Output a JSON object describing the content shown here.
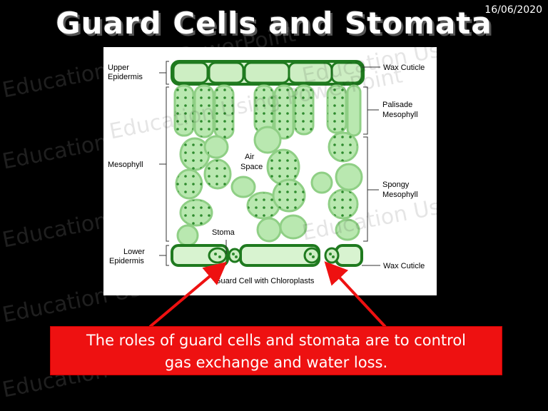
{
  "slide": {
    "title": "Guard Cells and Stomata",
    "date": "16/06/2020",
    "caption_line1": "The roles of guard cells and stomata are to control",
    "caption_line2": "gas exchange and water loss.",
    "watermark": "Education Using PowerPoint"
  },
  "diagram": {
    "labels": {
      "upper_epidermis_1": "Upper",
      "upper_epidermis_2": "Epidermis",
      "mesophyll": "Mesophyll",
      "lower_epidermis_1": "Lower",
      "lower_epidermis_2": "Epidermis",
      "wax_cuticle_top": "Wax Cuticle",
      "palisade_1": "Palisade",
      "palisade_2": "Mesophyll",
      "spongy_1": "Spongy",
      "spongy_2": "Mesophyll",
      "air_space_1": "Air",
      "air_space_2": "Space",
      "stoma": "Stoma",
      "wax_cuticle_bottom": "Wax Cuticle",
      "guard_cell": "Guard Cell with Chloroplasts"
    },
    "colors": {
      "cell_fill": "#b9e8b0",
      "cell_outline": "#1f7a1f",
      "chloroplast": "#2e8b2e",
      "arrow": "#e11"
    }
  }
}
